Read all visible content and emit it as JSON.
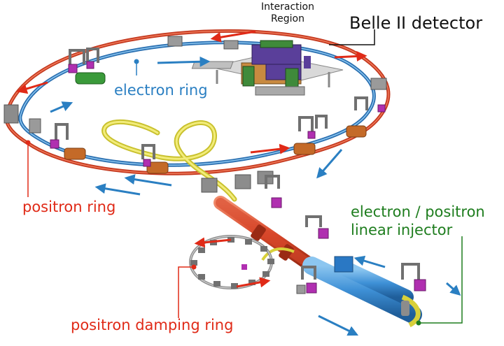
{
  "labels": {
    "interaction_region_line1": "Interaction",
    "interaction_region_line2": "Region",
    "belle_detector": "Belle II detector",
    "electron_ring": "electron ring",
    "positron_ring": "positron ring",
    "injector_line1": "electron / positron",
    "injector_line2": "linear injector",
    "damping_ring": "positron damping ring"
  },
  "colors": {
    "electron": "#2a7fc2",
    "positron": "#e02a17",
    "injector": "#1e7d1e",
    "positron_beam": "#d8472a",
    "electron_beam": "#3d8fd4",
    "linac_tube": "#3e90d6",
    "transport_line": "#e8e24a",
    "magnet_gray": "#8c8c8c",
    "magnet_purple": "#b02fb0",
    "cavity_copper": "#c46a28",
    "detector_purple": "#5a3f9a",
    "detector_green": "#3f8a3a"
  }
}
